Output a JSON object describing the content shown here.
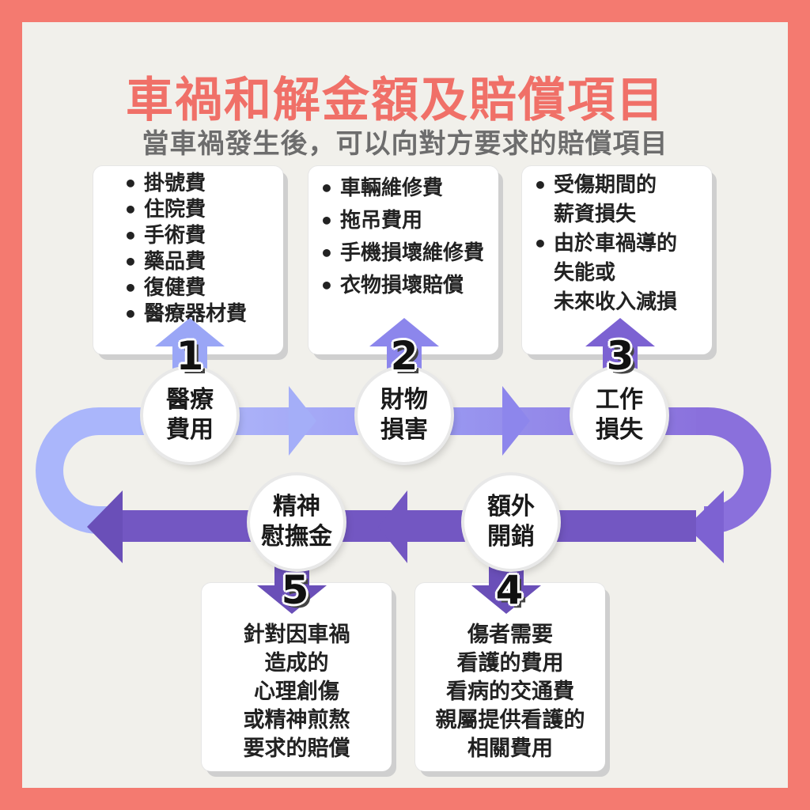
{
  "title": "車禍和解金額及賠償項目",
  "subtitle": "當車禍發生後，可以向對方要求的賠償項目",
  "colors": {
    "border": "#f47a70",
    "background": "#f1f0eb",
    "title": "#f07068",
    "flow_light": "#aab6fb",
    "flow_mid": "#8f8ff0",
    "flow_dark": "#7a5cc8"
  },
  "categories": [
    {
      "number": "1",
      "label": "醫療\n費用",
      "items": [
        "掛號費",
        "住院費",
        "手術費",
        "藥品費",
        "復健費",
        "醫療器材費"
      ]
    },
    {
      "number": "2",
      "label": "財物\n損害",
      "items": [
        "車輛維修費",
        "拖吊費用",
        "手機損壞維修費",
        "衣物損壞賠償"
      ]
    },
    {
      "number": "3",
      "label": "工作\n損失",
      "items": [
        "受傷期間的\n薪資損失",
        "由於車禍導的\n失能或\n未來收入減損"
      ]
    },
    {
      "number": "4",
      "label": "額外\n開銷",
      "text": "傷者需要\n看護的費用\n看病的交通費\n親屬提供看護的\n相關費用"
    },
    {
      "number": "5",
      "label": "精神\n慰撫金",
      "text": "針對因車禍\n造成的\n心理創傷\n或精神煎熬\n要求的賠償"
    }
  ]
}
